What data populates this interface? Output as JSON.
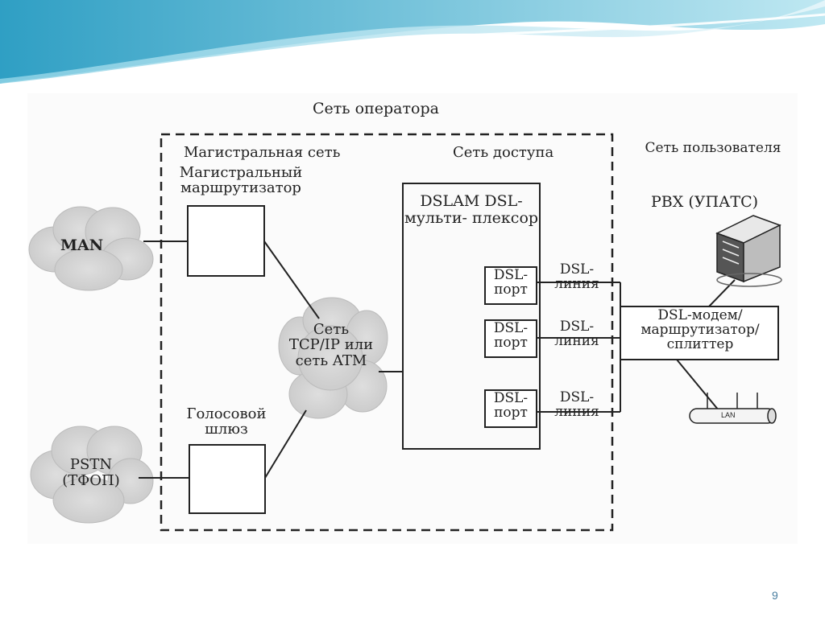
{
  "slide": {
    "page_number": "9"
  },
  "diagram": {
    "operator_network": "Сеть оператора",
    "backbone_network": "Магистральная сеть",
    "access_network": "Сеть доступа",
    "backbone_router": "Магистральный маршрутизатор",
    "voice_gateway": "Голосовой шлюз",
    "man": "MAN",
    "pstn": "PSTN (ТФОП)",
    "core_cloud": "Сеть TCP/IP или сеть ATM",
    "dslam": "DSLAM DSL-мульти- плексор",
    "dsl_ports": [
      "DSL-порт",
      "DSL-порт",
      "DSL-порт"
    ],
    "dsl_lines": [
      "DSL-линия",
      "DSL-линия",
      "DSL-линия"
    ],
    "user_network": "Сеть пользователя",
    "pbx": "PBX (УПАТС)",
    "modem": "DSL-модем/ маршрутизатор/ сплиттер",
    "lan": "LAN"
  }
}
